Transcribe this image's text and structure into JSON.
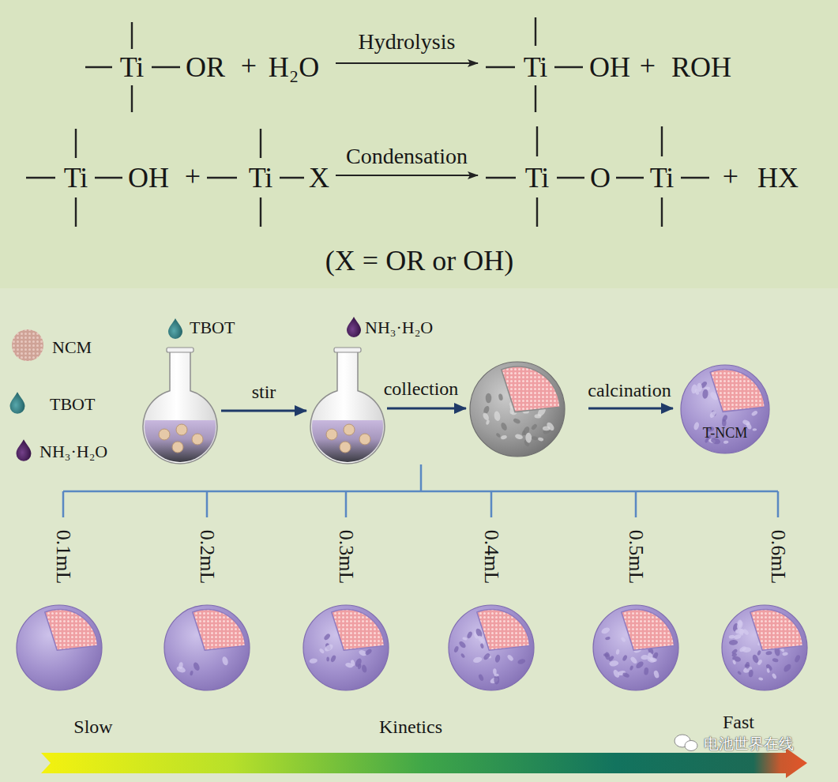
{
  "diagram": {
    "nodes": [
      {
        "text": [
          "TBOT"
        ]
      },
      {
        "text": [
          "NH₃·H₂O"
        ]
      },
      {
        "text": [
          "T-NCM"
        ]
      },
      {
        "text": [
          "0.1mL"
        ]
      },
      {
        "text": [
          "0.2mL"
        ]
      },
      {
        "text": [
          "0.3mL"
        ]
      },
      {
        "text": [
          "0.4mL"
        ]
      },
      {
        "text": [
          "0.5mL"
        ]
      },
      {
        "text": [
          "0.6mL"
        ]
      }
    ],
    "edges": [
      {
        "from": 0,
        "to": 1,
        "label": "stir",
        "arrow": "to"
      }
    ],
    "labels": [
      "Ti",
      "OR",
      "+",
      "H₂O",
      "Hydrolysis",
      "Ti",
      "OH",
      "+",
      "ROH",
      "Ti",
      "OH",
      "+",
      "Ti",
      "X",
      "Condensation",
      "Ti",
      "O",
      "Ti",
      "+",
      "HX",
      "(X = OR or OH)",
      "collection",
      "calcination",
      "Slow",
      "Kinetics",
      "Fast",
      "电池世界在线"
    ],
    "legend": [
      {
        "text": "NCM"
      },
      {
        "text": "TBOT"
      },
      {
        "text": "NH₃·H₂O"
      }
    ]
  }
}
